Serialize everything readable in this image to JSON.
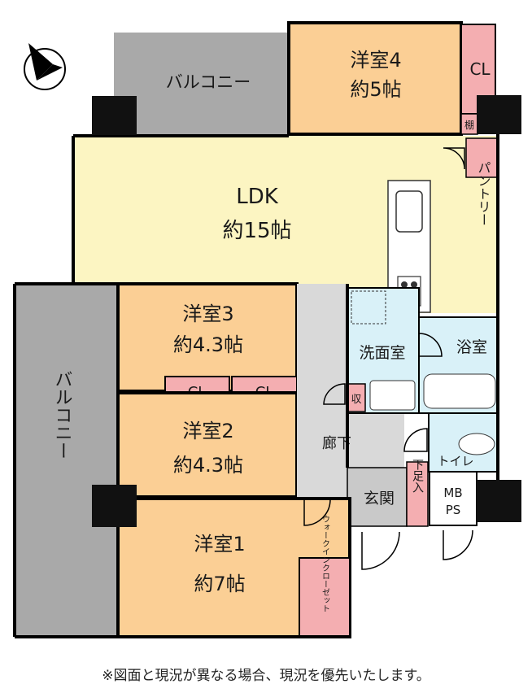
{
  "colors": {
    "balcony": "#a9a9a9",
    "bedroom": "#fbcf95",
    "ldk": "#fcf5c2",
    "storage": "#f4aeb1",
    "wet": "#d9f1f8",
    "corridor": "#d9d9d9",
    "entrance": "#c9c9c9",
    "wall": "#000000",
    "pillar": "#111111"
  },
  "rooms": {
    "balcony_top": "バルコニー",
    "bed4": {
      "name": "洋室4",
      "size": "約5帖"
    },
    "cl4": "CL",
    "shelf": "棚",
    "ldk": {
      "name": "LDK",
      "size": "約15帖"
    },
    "pantry": "パントリー",
    "bed3": {
      "name": "洋室3",
      "size": "約4.3帖"
    },
    "cl_a": "CL",
    "cl_b": "CL",
    "bed2": {
      "name": "洋室2",
      "size": "約4.3帖"
    },
    "balcony_left": "バルコニー",
    "washroom": "洗面室",
    "bath": "浴室",
    "storage_small": "収",
    "corridor": "廊下",
    "toilet": "トイレ",
    "entrance": "玄関",
    "shoe_storage": "下足入",
    "mbps": {
      "line1": "MB",
      "line2": "PS"
    },
    "bed1": {
      "name": "洋室1",
      "size": "約7帖"
    },
    "walkin": "ウォークインクローゼット"
  },
  "note": "※図面と現況が異なる場合、現況を優先いたします。",
  "icons": {
    "compass": "north-arrow-icon"
  }
}
